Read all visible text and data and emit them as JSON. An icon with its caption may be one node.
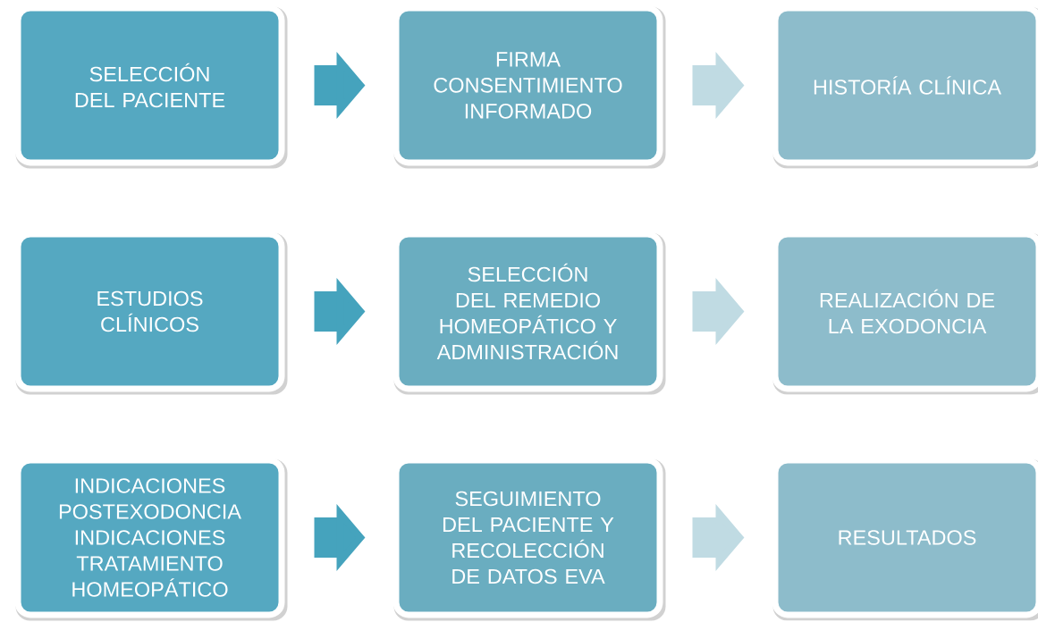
{
  "diagram": {
    "nodes": [
      {
        "text": [
          "SELECCIÓN DEL PACIENTE"
        ]
      },
      {
        "text": [
          "FIRMA CONSENTIMIENTO INFORMADO"
        ]
      },
      {
        "text": [
          "HISTORÍA CLÍNICA"
        ]
      },
      {
        "text": [
          "ESTUDIOS CLÍNICOS"
        ]
      },
      {
        "text": [
          "SELECCIÓN DEL REMEDIO HOMEOPÁTICO Y ADMINISTRACIÓN"
        ]
      },
      {
        "text": [
          "REALIZACIÓN DE LA EXODONCIA"
        ]
      },
      {
        "text": [
          "INDICACIONES POSTEXODONCIA INDICACIONES TRATAMIENTO HOMEOPÁTICO"
        ]
      },
      {
        "text": [
          "SEGUIMIENTO DEL PACIENTE Y RECOLECCIÓN DE DATOS EVA"
        ]
      },
      {
        "text": [
          "RESULTADOS"
        ]
      }
    ],
    "edges": [
      {
        "from": 0,
        "to": 1,
        "arrow": "to",
        "color": "#45a3bd"
      },
      {
        "from": 1,
        "to": 2,
        "arrow": "to",
        "color": "#c0dbe3"
      },
      {
        "from": 3,
        "to": 4,
        "arrow": "to",
        "color": "#45a3bd"
      },
      {
        "from": 4,
        "to": 5,
        "arrow": "to",
        "color": "#c0dbe3"
      },
      {
        "from": 6,
        "to": 7,
        "arrow": "to",
        "color": "#45a3bd"
      },
      {
        "from": 7,
        "to": 8,
        "arrow": "to",
        "color": "#c0dbe3"
      }
    ]
  }
}
